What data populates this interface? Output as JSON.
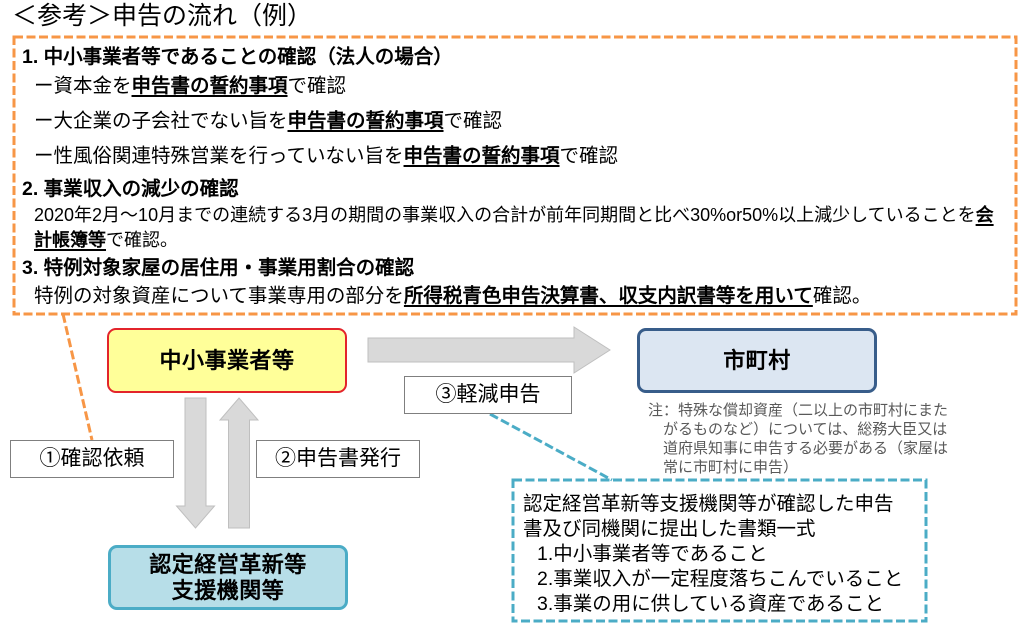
{
  "title": "＜参考＞申告の流れ（例）",
  "requirements": {
    "s1": {
      "heading": "1. 中小事業者等であることの確認（法人の場合）",
      "lines": [
        [
          "ー資本金を",
          "申告書の誓約事項",
          "で確認"
        ],
        [
          "ー大企業の子会社でない旨を",
          "申告書の誓約事項",
          "で確認"
        ],
        [
          "ー性風俗関連特殊営業を行っていない旨を",
          "申告書の誓約事項",
          "で確認"
        ]
      ]
    },
    "s2": {
      "heading": "2. 事業収入の減少の確認",
      "lines": [
        [
          "2020年2月～10月までの連続する3月の期間の事業収入の合計が前年同期間と比べ30%or50%以上減少していることを",
          "会"
        ],
        [
          "計帳簿等",
          "で確認。"
        ]
      ]
    },
    "s3": {
      "heading": "3. 特例対象家屋の居住用・事業用割合の確認",
      "lines": [
        [
          "特例の対象資産について事業専用の部分を",
          "所得税青色申告決算書、収支内訳書等を用いて",
          "確認。"
        ]
      ]
    }
  },
  "nodes": {
    "business": "中小事業者等",
    "municipality": "市町村",
    "support_org": [
      "認定経営革新等",
      "支援機関等"
    ]
  },
  "steps": {
    "confirm_request": "①確認依頼",
    "issue_declaration": "②申告書発行",
    "reduced_filing": "③軽減申告"
  },
  "note": [
    "注：特殊な償却資産（二以上の市町村にまた",
    "がるものなど）については、総務大臣又は",
    "道府県知事に申告する必要がある（家屋は",
    "常に市町村に申告）"
  ],
  "documents": {
    "intro": [
      "認定経営革新等支援機関等が確認した申告",
      "書及び同機関に提出した書類一式"
    ],
    "items": [
      "1.中小事業者等であること",
      "2.事業収入が一定程度落ちこんでいること",
      "3.事業の用に供している資産であること"
    ]
  },
  "colors": {
    "frame_orange": "#F79646",
    "frame_teal": "#4BACC6",
    "business_fill": "#FFFF99",
    "business_border": "#E3242B",
    "municipality_fill": "#DCE6F2",
    "municipality_border": "#385D8A",
    "support_fill": "#B7DEE8",
    "support_border": "#4BACC6",
    "arrow_fill": "#D9D9D9",
    "arrow_stroke": "#BFBFBF",
    "step_border": "#7F7F7F",
    "note_text": "#595959"
  }
}
